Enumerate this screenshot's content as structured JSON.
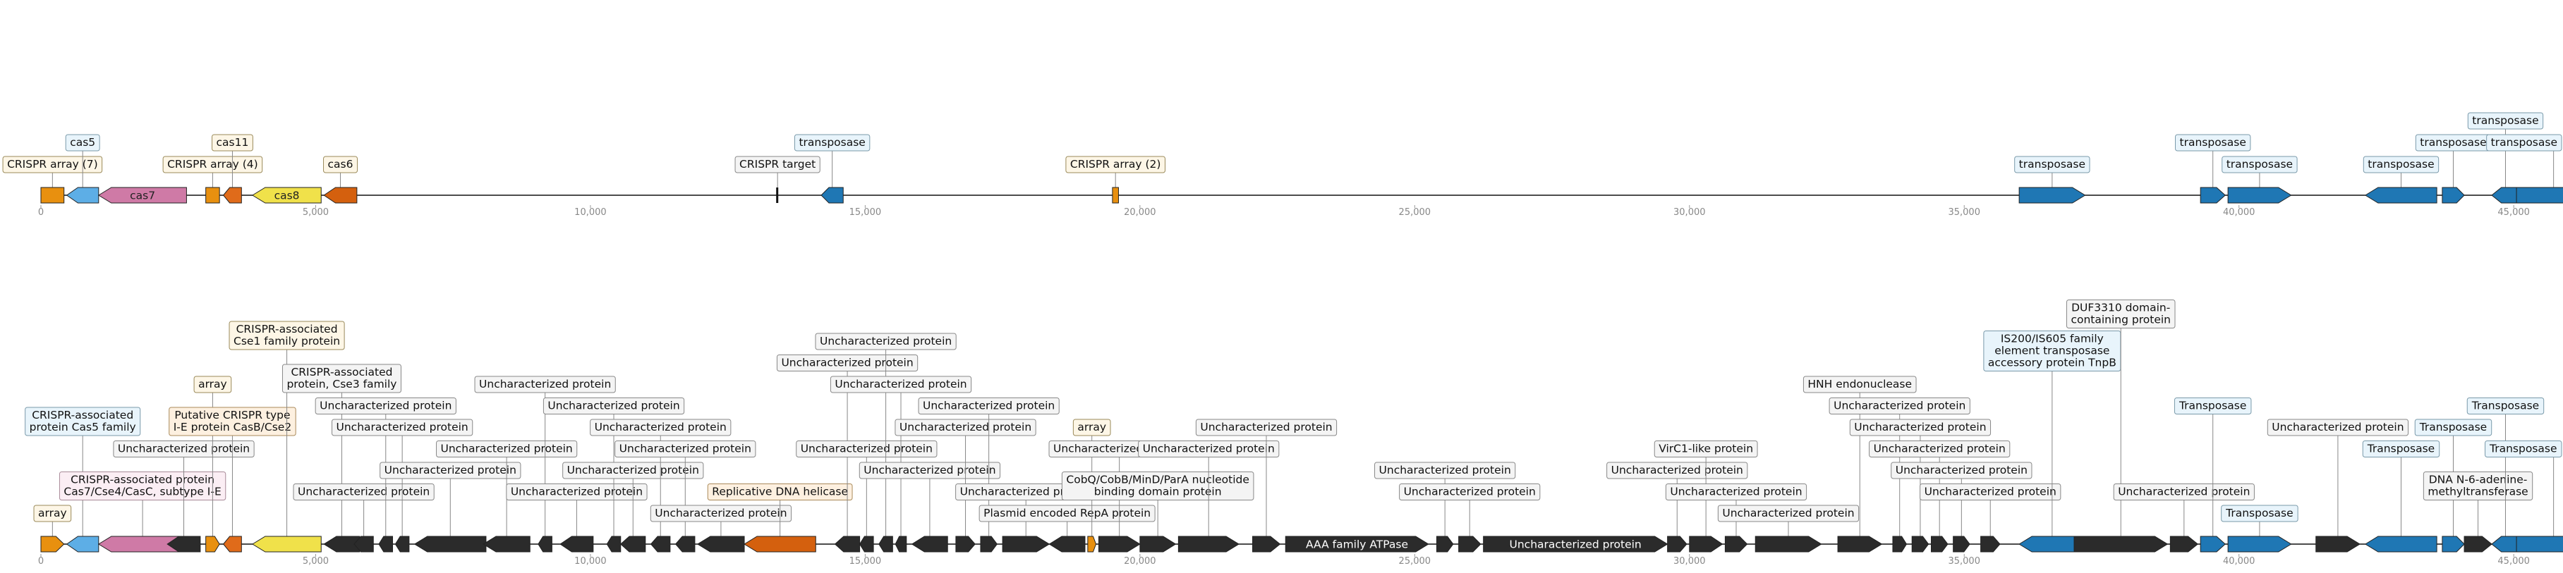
{
  "colors": {
    "crispr": "#e8900f",
    "cas5": "#5daee6",
    "cas7": "#cf7aa6",
    "cas11": "#e06b1a",
    "cas8": "#f0e14a",
    "cas6": "#d4600e",
    "transposase": "#1f77b4",
    "other": "#2b2b2b",
    "box_tan_bg": "#fdf6e6",
    "box_tan_border": "#9a8a5a",
    "box_blue_bg": "#e8f4fb",
    "box_blue_border": "#7a9aaa",
    "box_gray_bg": "#f4f4f4",
    "box_gray_border": "#888888",
    "box_pink_bg": "#fbeef4",
    "box_pink_border": "#a88a98",
    "box_orange_bg": "#fdf0e0",
    "box_orange_border": "#aa8a5a"
  },
  "axis": {
    "min": 0,
    "max": 46500,
    "ticks": [
      0,
      5000,
      10000,
      15000,
      20000,
      25000,
      30000,
      35000,
      40000,
      45000
    ],
    "tick_labels": [
      "0",
      "5,000",
      "10,000",
      "15,000",
      "20,000",
      "25,000",
      "30,000",
      "35,000",
      "40,000",
      "45,000"
    ]
  },
  "tracks": [
    {
      "id": "top",
      "features": [
        {
          "start": 0,
          "end": 420,
          "strand": 0,
          "shape": "rect",
          "color": "crispr",
          "label": "CRISPR array (7)",
          "box": "tan",
          "level": 1
        },
        {
          "start": 470,
          "end": 1050,
          "strand": -1,
          "color": "cas5",
          "label": "cas5",
          "box": "blue",
          "level": 2
        },
        {
          "start": 1050,
          "end": 2650,
          "strand": -1,
          "color": "cas7",
          "inner": "cas7",
          "innerColor": "#222"
        },
        {
          "start": 3000,
          "end": 3250,
          "strand": 0,
          "shape": "rect",
          "color": "crispr",
          "label": "CRISPR array (4)",
          "box": "tan",
          "level": 1
        },
        {
          "start": 3320,
          "end": 3650,
          "strand": -1,
          "color": "cas11",
          "label": "cas11",
          "box": "tan",
          "level": 2
        },
        {
          "start": 3850,
          "end": 5100,
          "strand": -1,
          "color": "cas8",
          "inner": "cas8",
          "innerColor": "#222"
        },
        {
          "start": 5150,
          "end": 5750,
          "strand": -1,
          "color": "cas6",
          "label": "cas6",
          "box": "tan",
          "level": 1
        },
        {
          "start": 13380,
          "end": 13430,
          "strand": 0,
          "shape": "bar",
          "color": "other",
          "label": "CRISPR target",
          "box": "gray",
          "level": 1
        },
        {
          "start": 14200,
          "end": 14600,
          "strand": -1,
          "color": "transposase",
          "label": "transposase",
          "box": "blue",
          "level": 2
        },
        {
          "start": 19500,
          "end": 19610,
          "strand": 0,
          "shape": "rect",
          "color": "crispr",
          "label": "CRISPR array (2)",
          "box": "tan",
          "level": 1
        },
        {
          "start": 36000,
          "end": 37200,
          "strand": 1,
          "color": "transposase",
          "label": "transposase",
          "box": "blue",
          "level": 1
        },
        {
          "start": 39300,
          "end": 39750,
          "strand": 1,
          "color": "transposase",
          "label": "transposase",
          "box": "blue",
          "level": 2
        },
        {
          "start": 39800,
          "end": 40950,
          "strand": 1,
          "color": "transposase",
          "label": "transposase",
          "box": "blue",
          "level": 1
        },
        {
          "start": 42300,
          "end": 43600,
          "strand": -1,
          "color": "transposase",
          "label": "transposase",
          "box": "blue",
          "level": 1
        },
        {
          "start": 43700,
          "end": 44100,
          "strand": 1,
          "color": "transposase",
          "label": "transposase",
          "box": "blue",
          "level": 2
        },
        {
          "start": 44600,
          "end": 45100,
          "strand": -1,
          "color": "transposase",
          "label": "transposase",
          "box": "blue",
          "level": 3
        },
        {
          "start": 45050,
          "end": 46400,
          "strand": 1,
          "color": "transposase",
          "label": "transposase",
          "box": "blue",
          "level": 2
        }
      ]
    },
    {
      "id": "bottom",
      "features": [
        {
          "start": 0,
          "end": 420,
          "strand": 1,
          "color": "crispr",
          "label": "array",
          "box": "tan",
          "level": 1
        },
        {
          "start": 470,
          "end": 1050,
          "strand": -1,
          "color": "cas5",
          "label": "CRISPR-associated\nprotein Cas5 family",
          "box": "blue",
          "level": 5
        },
        {
          "start": 1050,
          "end": 2650,
          "strand": -1,
          "color": "cas7",
          "label": "CRISPR-associated protein\nCas7/Cse4/CasC, subtype I-E",
          "box": "pink",
          "level": 2
        },
        {
          "start": 2300,
          "end": 2900,
          "strand": -1,
          "color": "other",
          "label": "Uncharacterized protein",
          "box": "gray",
          "level": 4
        },
        {
          "start": 3000,
          "end": 3250,
          "strand": 1,
          "color": "crispr",
          "label": "array",
          "box": "tan",
          "level": 7
        },
        {
          "start": 3320,
          "end": 3650,
          "strand": -1,
          "color": "cas11",
          "label": "Putative CRISPR type\nI-E protein CasB/Cse2",
          "box": "orange",
          "level": 5
        },
        {
          "start": 3850,
          "end": 5100,
          "strand": -1,
          "color": "cas8",
          "label": "CRISPR-associated\nCse1 family protein",
          "box": "tan",
          "level": 9
        },
        {
          "start": 5150,
          "end": 5800,
          "strand": -1,
          "color": "other",
          "label": "CRISPR-associated\nprotein, Cse3 family",
          "box": "gray",
          "level": 7
        },
        {
          "start": 5700,
          "end": 6050,
          "strand": -1,
          "color": "other",
          "label": "Uncharacterized protein",
          "box": "gray",
          "level": 2
        },
        {
          "start": 6150,
          "end": 6400,
          "strand": -1,
          "color": "other",
          "label": "Uncharacterized protein",
          "box": "gray",
          "level": 6
        },
        {
          "start": 6450,
          "end": 6700,
          "strand": -1,
          "color": "other",
          "label": "Uncharacterized protein",
          "box": "gray",
          "level": 5
        },
        {
          "start": 6800,
          "end": 8100,
          "strand": -1,
          "color": "other",
          "label": "Uncharacterized protein",
          "box": "gray",
          "level": 3
        },
        {
          "start": 8050,
          "end": 8900,
          "strand": -1,
          "color": "other",
          "label": "Uncharacterized protein",
          "box": "gray",
          "level": 4
        },
        {
          "start": 9050,
          "end": 9300,
          "strand": -1,
          "color": "other",
          "label": "Uncharacterized protein",
          "box": "gray",
          "level": 7
        },
        {
          "start": 9450,
          "end": 10050,
          "strand": -1,
          "color": "other",
          "label": "Uncharacterized protein",
          "box": "gray",
          "level": 2
        },
        {
          "start": 10300,
          "end": 10550,
          "strand": -1,
          "color": "other",
          "label": "Uncharacterized protein",
          "box": "gray",
          "level": 6
        },
        {
          "start": 10550,
          "end": 11000,
          "strand": -1,
          "color": "other",
          "label": "Uncharacterized protein",
          "box": "gray",
          "level": 3
        },
        {
          "start": 11100,
          "end": 11450,
          "strand": -1,
          "color": "other",
          "label": "Uncharacterized protein",
          "box": "gray",
          "level": 5
        },
        {
          "start": 11550,
          "end": 11900,
          "strand": -1,
          "color": "other",
          "label": "Uncharacterized protein",
          "box": "gray",
          "level": 4
        },
        {
          "start": 11950,
          "end": 12800,
          "strand": -1,
          "color": "other",
          "label": "Uncharacterized protein",
          "box": "gray",
          "level": 1
        },
        {
          "start": 12800,
          "end": 14100,
          "strand": -1,
          "color": "cas6",
          "label": "Replicative DNA helicase",
          "box": "orange",
          "level": 2
        },
        {
          "start": 14450,
          "end": 14900,
          "strand": -1,
          "color": "other",
          "label": "Uncharacterized protein",
          "box": "gray",
          "level": 8
        },
        {
          "start": 14900,
          "end": 15150,
          "strand": -1,
          "color": "other",
          "label": "Uncharacterized protein",
          "box": "gray",
          "level": 4
        },
        {
          "start": 15250,
          "end": 15500,
          "strand": -1,
          "color": "other",
          "label": "Uncharacterized protein",
          "box": "gray",
          "level": 9
        },
        {
          "start": 15550,
          "end": 15750,
          "strand": -1,
          "color": "other",
          "label": "Uncharacterized protein",
          "box": "gray",
          "level": 7
        },
        {
          "start": 15850,
          "end": 16500,
          "strand": -1,
          "color": "other",
          "label": "Uncharacterized protein",
          "box": "gray",
          "level": 3
        },
        {
          "start": 16650,
          "end": 17000,
          "strand": 1,
          "color": "other",
          "label": "Uncharacterized protein",
          "box": "gray",
          "level": 5
        },
        {
          "start": 17100,
          "end": 17400,
          "strand": 1,
          "color": "other",
          "label": "Uncharacterized protein",
          "box": "gray",
          "level": 6
        },
        {
          "start": 17500,
          "end": 18350,
          "strand": 1,
          "color": "other",
          "label": "Uncharacterized protein",
          "box": "gray",
          "level": 2
        },
        {
          "start": 18350,
          "end": 19000,
          "strand": -1,
          "color": "other",
          "label": "Plasmid encoded RepA protein",
          "box": "gray",
          "level": 1
        },
        {
          "start": 19050,
          "end": 19200,
          "strand": 1,
          "color": "crispr",
          "label": "array",
          "box": "tan",
          "level": 5
        },
        {
          "start": 19250,
          "end": 20000,
          "strand": 1,
          "color": "other",
          "label": "Uncharacterized protein",
          "box": "gray",
          "level": 4
        },
        {
          "start": 20000,
          "end": 20650,
          "strand": 1,
          "color": "other",
          "label": "CobQ/CobB/MinD/ParA nucleotide\nbinding domain protein",
          "box": "gray",
          "level": 2
        },
        {
          "start": 20700,
          "end": 21800,
          "strand": 1,
          "color": "other",
          "label": "Uncharacterized protein",
          "box": "gray",
          "level": 4
        },
        {
          "start": 22050,
          "end": 22550,
          "strand": 1,
          "color": "other",
          "label": "Uncharacterized protein",
          "box": "gray",
          "level": 5
        },
        {
          "start": 22650,
          "end": 25250,
          "strand": 1,
          "color": "other",
          "inner": "AAA family ATPase",
          "innerColor": "#ffffff"
        },
        {
          "start": 25400,
          "end": 25700,
          "strand": 1,
          "color": "other",
          "label": "Uncharacterized protein",
          "box": "gray",
          "level": 3
        },
        {
          "start": 25800,
          "end": 26200,
          "strand": 1,
          "color": "other",
          "label": "Uncharacterized protein",
          "box": "gray",
          "level": 2
        },
        {
          "start": 26250,
          "end": 29600,
          "strand": 1,
          "color": "other",
          "inner": "Uncharacterized protein",
          "innerColor": "#ffffff"
        },
        {
          "start": 29600,
          "end": 29950,
          "strand": 1,
          "color": "other",
          "label": "Uncharacterized protein",
          "box": "gray",
          "level": 3
        },
        {
          "start": 30000,
          "end": 30600,
          "strand": 1,
          "color": "other",
          "label": "VirC1-like protein",
          "box": "gray",
          "level": 4
        },
        {
          "start": 30650,
          "end": 31050,
          "strand": 1,
          "color": "other",
          "label": "Uncharacterized protein",
          "box": "gray",
          "level": 2
        },
        {
          "start": 31200,
          "end": 32400,
          "strand": 1,
          "color": "other",
          "label": "Uncharacterized protein",
          "box": "gray",
          "level": 1
        },
        {
          "start": 32700,
          "end": 33500,
          "strand": 1,
          "color": "other",
          "label": "HNH endonuclease",
          "box": "gray",
          "level": 7
        },
        {
          "start": 33700,
          "end": 33950,
          "strand": 1,
          "color": "other",
          "label": "Uncharacterized protein",
          "box": "gray",
          "level": 6
        },
        {
          "start": 34050,
          "end": 34350,
          "strand": 1,
          "color": "other",
          "label": "Uncharacterized protein",
          "box": "gray",
          "level": 5
        },
        {
          "start": 34400,
          "end": 34700,
          "strand": 1,
          "color": "other",
          "label": "Uncharacterized protein",
          "box": "gray",
          "level": 4
        },
        {
          "start": 34800,
          "end": 35100,
          "strand": 1,
          "color": "other",
          "label": "Uncharacterized protein",
          "box": "gray",
          "level": 3
        },
        {
          "start": 35300,
          "end": 35650,
          "strand": 1,
          "color": "other",
          "label": "Uncharacterized protein",
          "box": "gray",
          "level": 2
        },
        {
          "start": 36000,
          "end": 37200,
          "strand": -1,
          "color": "transposase",
          "label": "IS200/IS605 family\nelement transposase\naccessory protein TnpB",
          "box": "blue",
          "level": 8
        },
        {
          "start": 37000,
          "end": 38700,
          "strand": 1,
          "color": "other",
          "label": "DUF3310 domain-\ncontaining protein",
          "box": "gray",
          "level": 10
        },
        {
          "start": 38750,
          "end": 39250,
          "strand": 1,
          "color": "other",
          "label": "Uncharacterized protein",
          "box": "gray",
          "level": 2
        },
        {
          "start": 39300,
          "end": 39750,
          "strand": 1,
          "color": "transposase",
          "label": "Transposase",
          "box": "blue",
          "level": 6
        },
        {
          "start": 39800,
          "end": 40950,
          "strand": 1,
          "color": "transposase",
          "label": "Transposase",
          "box": "blue",
          "level": 1
        },
        {
          "start": 41400,
          "end": 42200,
          "strand": 1,
          "color": "other",
          "label": "Uncharacterized protein",
          "box": "gray",
          "level": 5
        },
        {
          "start": 42300,
          "end": 43600,
          "strand": -1,
          "color": "transposase",
          "label": "Transposase",
          "box": "blue",
          "level": 4
        },
        {
          "start": 43700,
          "end": 44100,
          "strand": 1,
          "color": "transposase",
          "label": "Transposase",
          "box": "blue",
          "level": 5
        },
        {
          "start": 44100,
          "end": 44600,
          "strand": 1,
          "color": "other",
          "label": "DNA N-6-adenine-\nmethyltransferase",
          "box": "gray",
          "level": 2
        },
        {
          "start": 44600,
          "end": 45100,
          "strand": -1,
          "color": "transposase",
          "label": "Transposase",
          "box": "blue",
          "level": 6
        },
        {
          "start": 45050,
          "end": 46400,
          "strand": 1,
          "color": "transposase",
          "label": "Transposase",
          "box": "blue",
          "level": 4
        }
      ]
    }
  ]
}
